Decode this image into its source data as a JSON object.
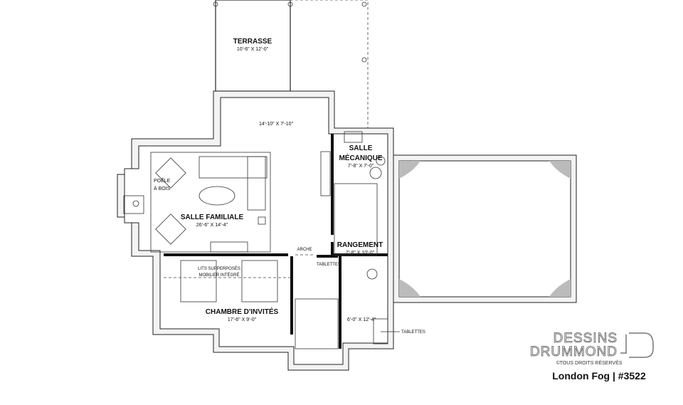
{
  "rooms": {
    "terrasse": {
      "name": "TERRASSE",
      "dims": "10'-6\" X 12'-0\""
    },
    "unnamed_room": {
      "dims": "14'-10\" X 7'-10\""
    },
    "salle_mecanique": {
      "name_line1": "SALLE",
      "name_line2": "MÉCANIQUE",
      "dims": "7'-8\" X 7'-0\""
    },
    "salle_familiale": {
      "name": "SALLE FAMILIALE",
      "dims": "26'-6\" X 14'-4\""
    },
    "poele": {
      "line1": "POÊLE",
      "line2": "À BOIS"
    },
    "rangement": {
      "name": "RANGEMENT",
      "dims": "7'-8\" X 10'-0\""
    },
    "chambre": {
      "name": "CHAMBRE D'INVITÉS",
      "dims": "17'-6\" X 9'-0\""
    },
    "bathroom": {
      "dims": "6'-0\" X 12'-4\""
    }
  },
  "annotations": {
    "arche": "ARCHE",
    "tablettes_1": "TABLETTES",
    "tablettes_2": "TABLETTES",
    "lits_line1": "LITS SUPPERPOSÉS",
    "lits_line2": "MOBILIER INTÉGRÉ"
  },
  "branding": {
    "logo_line1": "DESSINS",
    "logo_line2": "DRUMMOND",
    "copyright": "©TOUS DROITS RÉSERVÉS",
    "caption": "London Fog | #3522"
  }
}
